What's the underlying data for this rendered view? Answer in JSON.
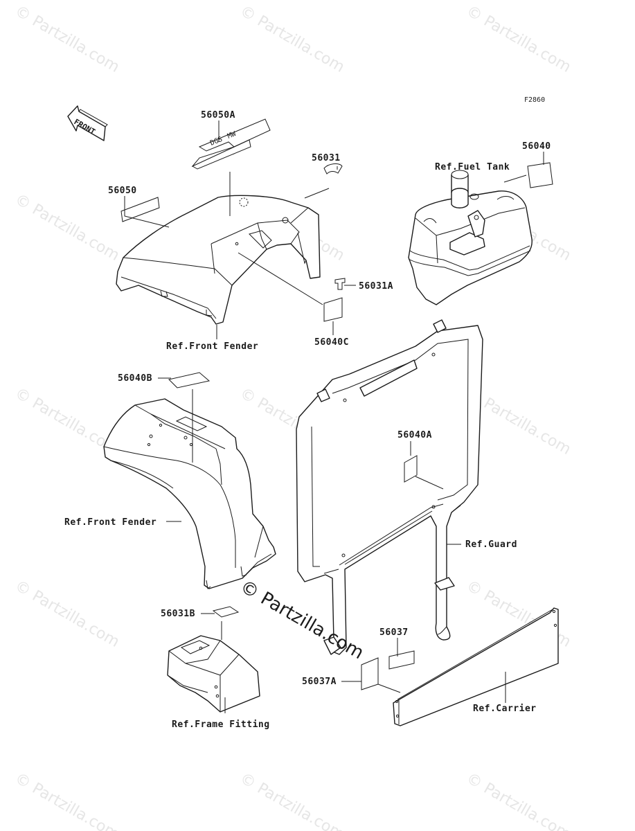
{
  "diagram": {
    "code": "F2860",
    "front_label": "FRONT",
    "watermark": "© Partzilla.com",
    "center_watermark": "© Partzilla.com",
    "labels": {
      "p56050A": "56050A",
      "p56050": "56050",
      "p56031": "56031",
      "p56040": "56040",
      "ref_fuel_tank": "Ref.Fuel Tank",
      "p56031A": "56031A",
      "p56040C": "56040C",
      "ref_front_fender_1": "Ref.Front Fender",
      "p56040B": "56040B",
      "p56040A": "56040A",
      "ref_front_fender_2": "Ref.Front Fender",
      "ref_guard": "Ref.Guard",
      "p56031B": "56031B",
      "p56037": "56037",
      "p56037A": "56037A",
      "ref_carrier": "Ref.Carrier",
      "ref_frame_fitting": "Ref.Frame Fitting"
    }
  }
}
